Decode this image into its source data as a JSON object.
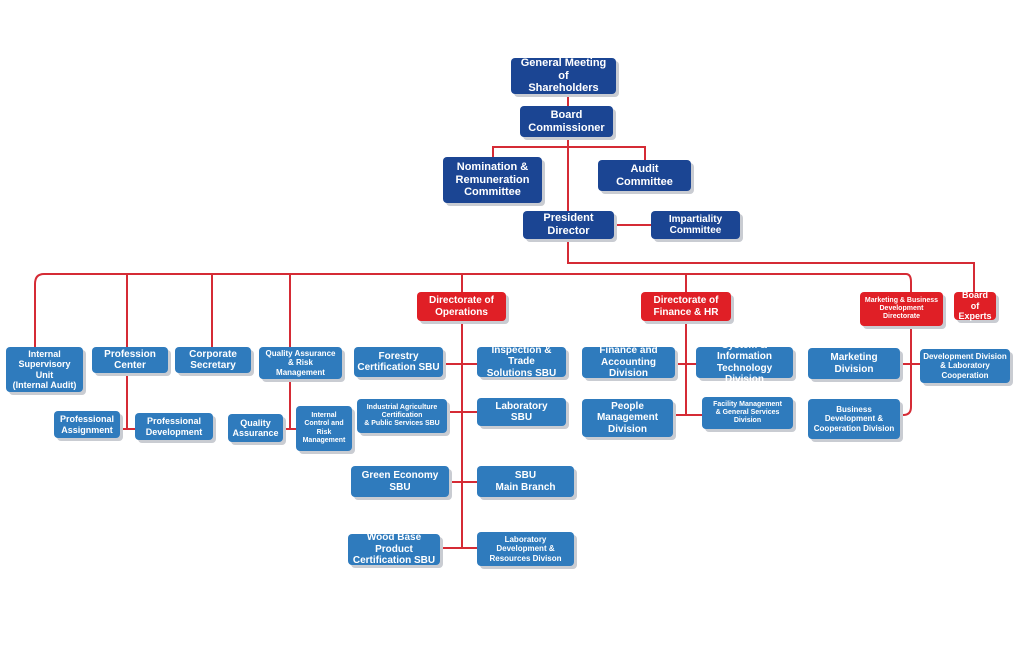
{
  "colors": {
    "navy": "#1b4593",
    "blue": "#2f7bbd",
    "red": "#e01f26",
    "connector": "#d52b35"
  },
  "nodes": {
    "gms": "General Meeting of\nShareholders",
    "board": "Board\nCommissioner",
    "nomination": "Nomination &\nRemuneration\nCommittee",
    "audit": "Audit\nCommittee",
    "president": "President\nDirector",
    "impartiality": "Impartiality\nCommittee",
    "internal_supervisory": "Internal\nSupervisory Unit\n(Internal Audit)",
    "profession_center": "Profession\nCenter",
    "corporate_secretary": "Corporate\nSecretary",
    "qa_risk": "Quality Assurance\n& Risk\nManagement",
    "dir_operations": "Directorate of\nOperations",
    "dir_finance": "Directorate of\nFinance & HR",
    "dir_marketing": "Marketing & Business\nDevelopment\nDirectorate",
    "board_experts": "Board of\nExperts",
    "professional_assignment": "Professional\nAssignment",
    "professional_development": "Professional\nDevelopment",
    "quality_assurance": "Quality\nAssurance",
    "internal_control": "Internal\nControl and\nRisk\nManagement",
    "forestry": "Forestry\nCertification SBU",
    "inspection": "Inspection & Trade\nSolutions SBU",
    "industrial_agri": "Industrial Agriculture\nCertification\n& Public Services SBU",
    "laboratory_sbu": "Laboratory\nSBU",
    "green_economy": "Green Economy\nSBU",
    "sbu_main": "SBU\nMain Branch",
    "wood_base": "Wood Base Product\nCertification SBU",
    "lab_dev": "Laboratory\nDevelopment &\nResources Divison",
    "finance_accounting": "Finance and\nAccounting Division",
    "system_it": "System & Information\nTechnology Division",
    "people_mgmt": "People\nManagement\nDivision",
    "facility_mgmt": "Facility Management\n& General Services\nDivision",
    "marketing_div": "Marketing\nDivision",
    "dev_lab_coop": "Development Division\n& Laboratory\nCooperation",
    "bizdev_coop": "Business\nDevelopment &\nCooperation Division"
  }
}
